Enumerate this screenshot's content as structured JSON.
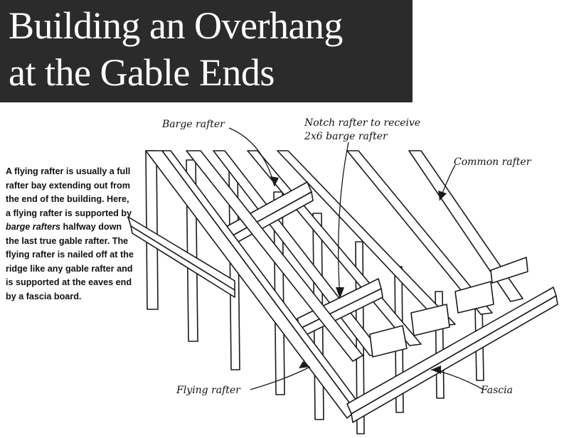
{
  "title": {
    "line1": "Building an Overhang",
    "line2": "at the Gable Ends",
    "background": "#2b2b2b",
    "color": "#ffffff"
  },
  "caption": {
    "part1": "A flying rafter is usually a full rafter bay extending out from the end of the building. Here, a flying rafter is supported by ",
    "emphasis": "barge rafters",
    "part2": " halfway down the last true gable rafter. The flying rafter is nailed off at the ridge like any gable rafter and is supported at the eaves end by a fascia board."
  },
  "labels": {
    "barge_rafter": "Barge rafter",
    "notch_line1": "Notch rafter to receive",
    "notch_line2": "2x6 barge rafter",
    "common_rafter": "Common rafter",
    "flying_rafter": "Flying rafter",
    "fascia": "Fascia"
  },
  "colors": {
    "ink": "#1a1a1a",
    "paper": "#ffffff"
  }
}
